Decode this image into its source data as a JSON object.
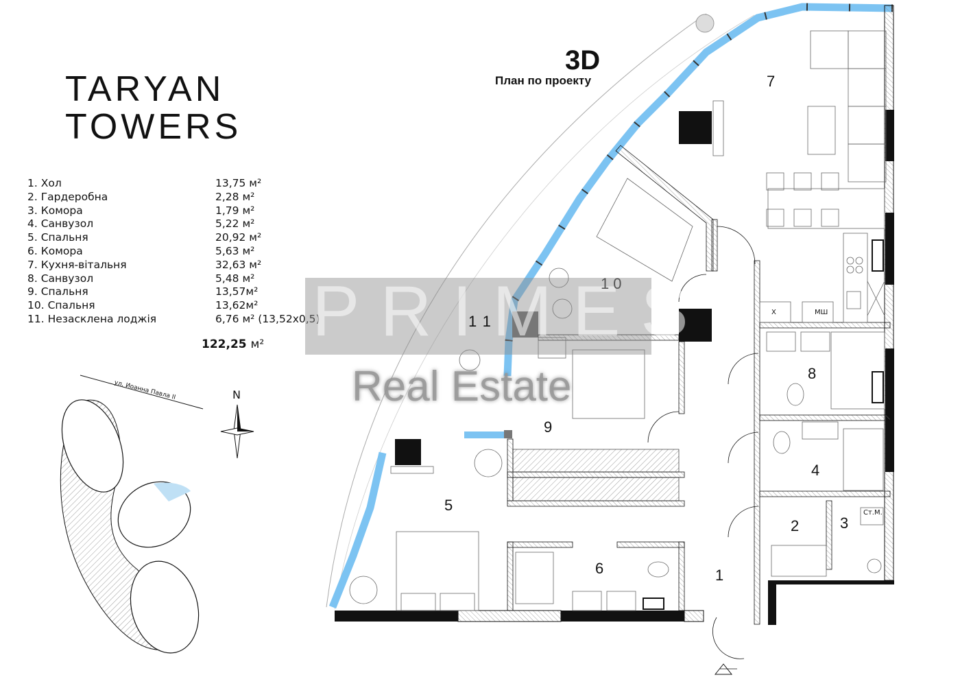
{
  "brand": {
    "line1": "TARYAN",
    "line2": "TOWERS"
  },
  "plan_title": "3D",
  "plan_subtitle": "План по проекту",
  "rooms": [
    {
      "name": "1. Хол",
      "area": "13,75 м²"
    },
    {
      "name": "2. Гардеробна",
      "area": "2,28 м²"
    },
    {
      "name": "3. Комора",
      "area": "1,79 м²"
    },
    {
      "name": "4. Санвузол",
      "area": "5,22 м²"
    },
    {
      "name": "5. Спальня",
      "area": "20,92 м²"
    },
    {
      "name": "6. Комора",
      "area": "5,63 м²"
    },
    {
      "name": "7. Кухня-вітальня",
      "area": "32,63 м²"
    },
    {
      "name": "8. Санвузол",
      "area": "5,48 м²"
    },
    {
      "name": "9. Спальня",
      "area": "13,57м²"
    },
    {
      "name": "10. Спальня",
      "area": "13,62м²"
    },
    {
      "name": "11. Незасклена лоджія",
      "area": "6,76 м² (13,52х0,5)"
    }
  ],
  "total": {
    "value": "122,25",
    "unit": "м²"
  },
  "room_numbers": [
    "1",
    "2",
    "3",
    "4",
    "5",
    "6",
    "7",
    "8",
    "9",
    "10",
    "11"
  ],
  "labels": {
    "x": "Х",
    "mw": "МШ",
    "stm": "Ст.М."
  },
  "site": {
    "street": "ул. Иоанна Павла II",
    "north": "N"
  },
  "watermark": {
    "brand": "PRIMES",
    "sub": "Real Estate"
  },
  "colors": {
    "glass": "#7cc3f2",
    "wall": "#111111",
    "hatch": "#9a9a9a",
    "highlight": "#bfe0f5"
  }
}
